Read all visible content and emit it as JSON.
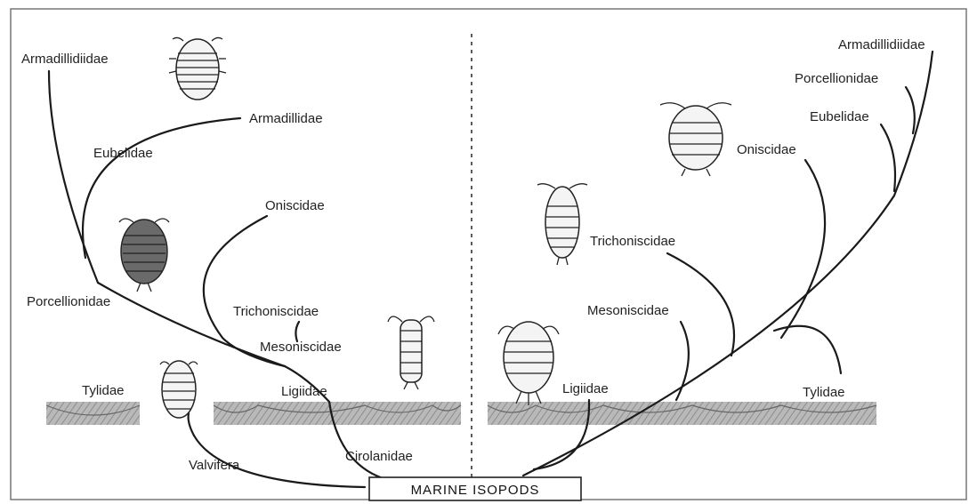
{
  "left_panel": {
    "labels": {
      "armadillidiidae": "Armadillidiidae",
      "armadillidae": "Armadillidae",
      "eubelidae": "Eubelidae",
      "oniscidae": "Oniscidae",
      "porcellionidae": "Porcellionidae",
      "trichoniscidae": "Trichoniscidae",
      "mesoniscidae": "Mesoniscidae",
      "tylidae": "Tylidae",
      "ligiidae": "Ligiidae",
      "cirolanidae": "Cirolanidae",
      "valvifera": "Valvifera"
    }
  },
  "right_panel": {
    "labels": {
      "armadillidiidae": "Armadillidiidae",
      "porcellionidae": "Porcellionidae",
      "eubelidae": "Eubelidae",
      "oniscidae": "Oniscidae",
      "trichoniscidae": "Trichoniscidae",
      "mesoniscidae": "Mesoniscidae",
      "ligiidae": "Ligiidae",
      "tylidae": "Tylidae"
    }
  },
  "root": {
    "label": "MARINE ISOPODS"
  }
}
